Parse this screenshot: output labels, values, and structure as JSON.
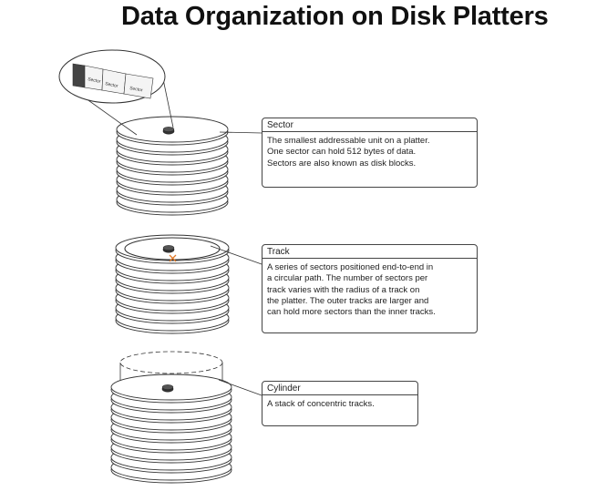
{
  "title": "Data Organization on Disk Platters",
  "zoom_labels": [
    "Sector",
    "Sector",
    "Sector"
  ],
  "callouts": {
    "sector": {
      "heading": "Sector",
      "lines": [
        "The smallest addressable unit on a platter.",
        "One sector can hold 512 bytes of data.",
        "Sectors are also known as disk blocks."
      ]
    },
    "track": {
      "heading": "Track",
      "lines": [
        "A series of sectors positioned end-to-end in",
        "a circular path. The number of sectors per",
        "track varies with the radius of a track on",
        "the platter. The outer tracks are larger and",
        "can hold more sectors than the inner tracks."
      ]
    },
    "cylinder": {
      "heading": "Cylinder",
      "lines": [
        "A stack of concentric tracks."
      ]
    }
  },
  "colors": {
    "line": "#333333",
    "track_marker": "#e07a2a"
  }
}
